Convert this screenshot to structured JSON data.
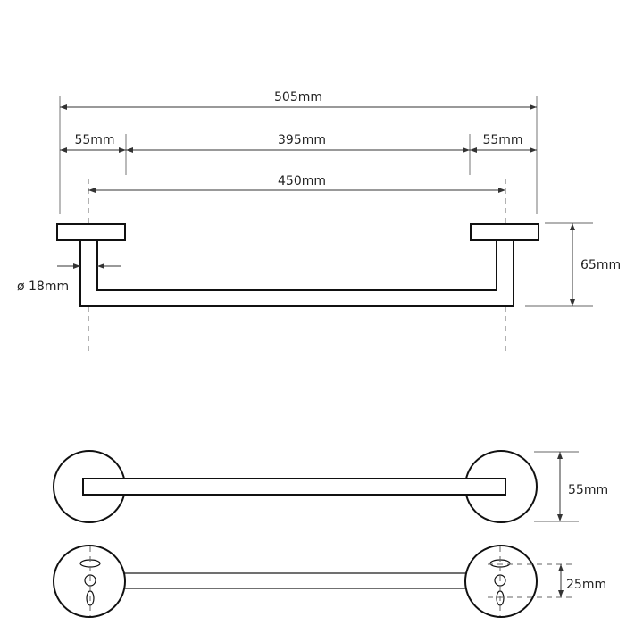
{
  "dimensions": {
    "overall": "505mm",
    "left_flange": "55mm",
    "middle": "395mm",
    "right_flange": "55mm",
    "centers": "450mm",
    "tube_diameter": "ø 18mm",
    "projection": "65mm",
    "rosette_diameter": "55mm",
    "mount_spacing": "25mm"
  }
}
